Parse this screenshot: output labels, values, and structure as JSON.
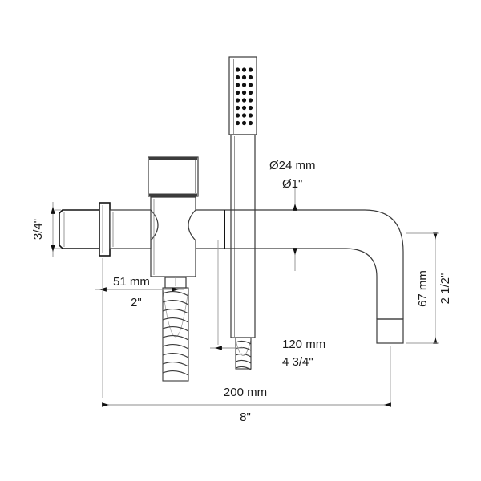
{
  "drawing": {
    "title": "Bath filler spout with handheld shower - dimensioned technical drawing",
    "units": [
      "mm",
      "inch"
    ],
    "line_color": "#3a3a3a",
    "dim_color": "#8c8c8c",
    "text_color": "#1b1b1b",
    "background": "#ffffff"
  },
  "dimensions": {
    "diameter": {
      "metric": "Ø24 mm",
      "imperial": "Ø1\"",
      "name": "spout-diameter"
    },
    "inlet_height": {
      "imperial": "3/4\"",
      "name": "inlet-thread-size"
    },
    "offset": {
      "metric": "51 mm",
      "imperial": "2\"",
      "name": "body-to-center-offset"
    },
    "handset_offset": {
      "metric": "120 mm",
      "imperial": "4 3/4\"",
      "name": "handset-offset"
    },
    "overall_length": {
      "metric": "200 mm",
      "imperial": "8\"",
      "name": "overall-length"
    },
    "drop_height": {
      "metric": "67 mm",
      "imperial": "2 1/2\"",
      "name": "spout-drop-height"
    }
  },
  "parts": {
    "handset": "handheld-shower-wand",
    "spray_face": "spray-face-nozzle-grid",
    "spray_rows": 8,
    "spray_cols": 3,
    "knob": "control-knob",
    "body": "valve-body",
    "spout": "curved-spout",
    "outlet": "spout-outlet",
    "inlet": "wall-inlet-nipple",
    "flange": "escutcheon-flange",
    "hose_thread": "threaded-hose-connector",
    "handset_thread": "handset-threaded-stem"
  }
}
